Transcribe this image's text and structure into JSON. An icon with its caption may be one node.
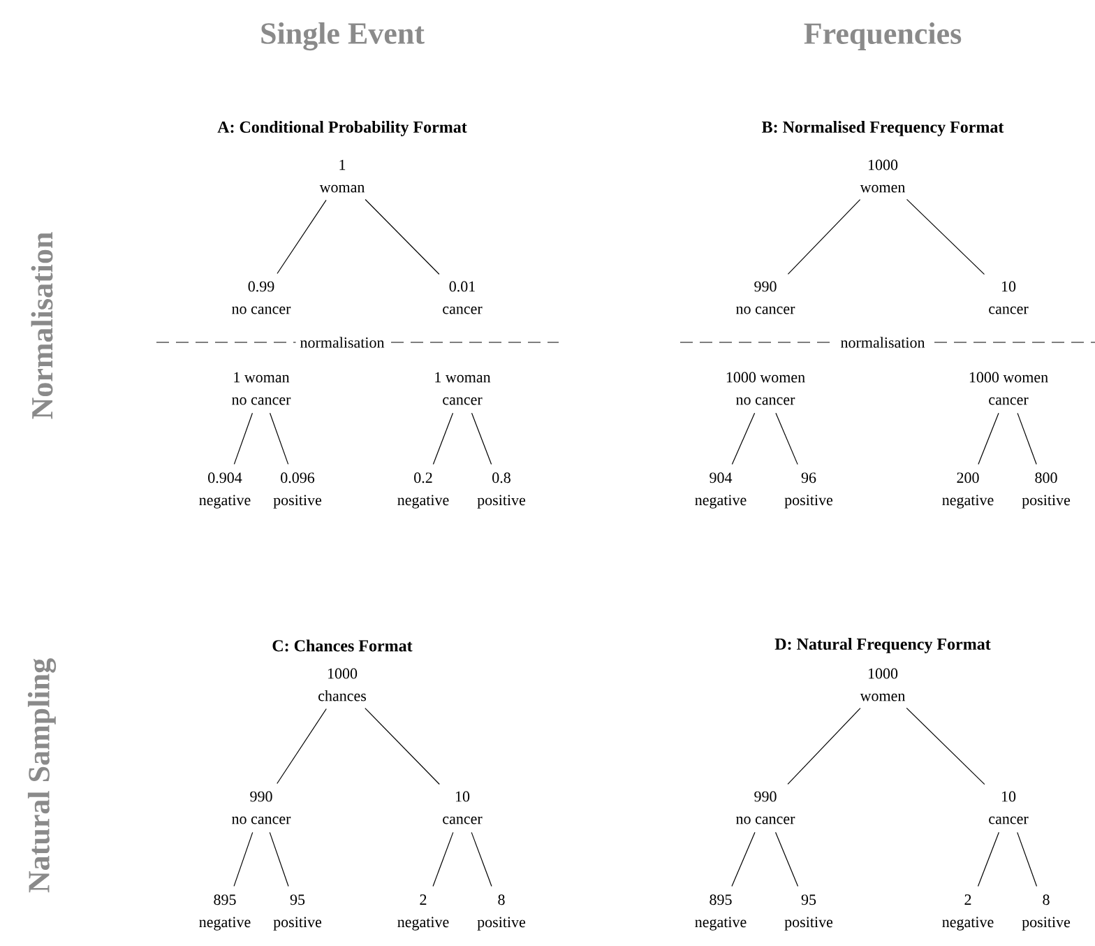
{
  "diagram": {
    "nodes": [
      {
        "text": [
          "1",
          "woman"
        ]
      },
      {
        "text": [
          "0.99",
          "no cancer"
        ]
      },
      {
        "text": [
          "0.01",
          "cancer"
        ]
      },
      {
        "text": [
          "1 woman",
          "no cancer"
        ]
      },
      {
        "text": [
          "1 woman",
          "cancer"
        ]
      },
      {
        "text": [
          "0.904",
          "negative"
        ]
      },
      {
        "text": [
          "0.096",
          "positive"
        ]
      },
      {
        "text": [
          "0.2",
          "negative"
        ]
      },
      {
        "text": [
          "0.8",
          "positive"
        ]
      },
      {
        "text": [
          "1000",
          "women"
        ]
      },
      {
        "text": [
          "990",
          "no cancer"
        ]
      },
      {
        "text": [
          "10",
          "cancer"
        ]
      },
      {
        "text": [
          "1000 women",
          "no cancer"
        ]
      },
      {
        "text": [
          "1000 women",
          "cancer"
        ]
      },
      {
        "text": [
          "904",
          "negative"
        ]
      },
      {
        "text": [
          "96",
          "positive"
        ]
      },
      {
        "text": [
          "200",
          "negative"
        ]
      },
      {
        "text": [
          "800",
          "positive"
        ]
      },
      {
        "text": [
          "1000",
          "chances"
        ]
      },
      {
        "text": [
          "990",
          "no cancer"
        ]
      },
      {
        "text": [
          "10",
          "cancer"
        ]
      },
      {
        "text": [
          "895",
          "negative"
        ]
      },
      {
        "text": [
          "95",
          "positive"
        ]
      },
      {
        "text": [
          "2",
          "negative"
        ]
      },
      {
        "text": [
          "8",
          "positive"
        ]
      },
      {
        "text": [
          "1000",
          "women"
        ]
      },
      {
        "text": [
          "990",
          "no cancer"
        ]
      },
      {
        "text": [
          "10",
          "cancer"
        ]
      },
      {
        "text": [
          "895",
          "negative"
        ]
      },
      {
        "text": [
          "95",
          "positive"
        ]
      },
      {
        "text": [
          "2",
          "negative"
        ]
      },
      {
        "text": [
          "8",
          "positive"
        ]
      }
    ],
    "edges": [
      {
        "from": 0,
        "to": 1,
        "arrow": "none"
      },
      {
        "from": 0,
        "to": 2,
        "arrow": "none"
      },
      {
        "from": 3,
        "to": 5,
        "arrow": "none"
      },
      {
        "from": 3,
        "to": 6,
        "arrow": "none"
      },
      {
        "from": 4,
        "to": 7,
        "arrow": "none"
      },
      {
        "from": 4,
        "to": 8,
        "arrow": "none"
      },
      {
        "from": 9,
        "to": 10,
        "arrow": "none"
      },
      {
        "from": 9,
        "to": 11,
        "arrow": "none"
      },
      {
        "from": 12,
        "to": 14,
        "arrow": "none"
      },
      {
        "from": 12,
        "to": 15,
        "arrow": "none"
      },
      {
        "from": 13,
        "to": 16,
        "arrow": "none"
      },
      {
        "from": 13,
        "to": 17,
        "arrow": "none"
      },
      {
        "from": 18,
        "to": 19,
        "arrow": "none"
      },
      {
        "from": 18,
        "to": 20,
        "arrow": "none"
      },
      {
        "from": 19,
        "to": 21,
        "arrow": "none"
      },
      {
        "from": 19,
        "to": 22,
        "arrow": "none"
      },
      {
        "from": 20,
        "to": 23,
        "arrow": "none"
      },
      {
        "from": 20,
        "to": 24,
        "arrow": "none"
      },
      {
        "from": 25,
        "to": 26,
        "arrow": "none"
      },
      {
        "from": 25,
        "to": 27,
        "arrow": "none"
      },
      {
        "from": 26,
        "to": 28,
        "arrow": "none"
      },
      {
        "from": 26,
        "to": 29,
        "arrow": "none"
      },
      {
        "from": 27,
        "to": 30,
        "arrow": "none"
      },
      {
        "from": 27,
        "to": 31,
        "arrow": "none"
      }
    ],
    "labels": [
      "Single Event",
      "Frequencies",
      "Normalisation",
      "A: Conditional Probability Format",
      "B: Normalised Frequency Format",
      "normalisation",
      "normalisation",
      "Natural Sampling",
      "C: Chances Format",
      "D: Natural Frequency Format"
    ]
  }
}
